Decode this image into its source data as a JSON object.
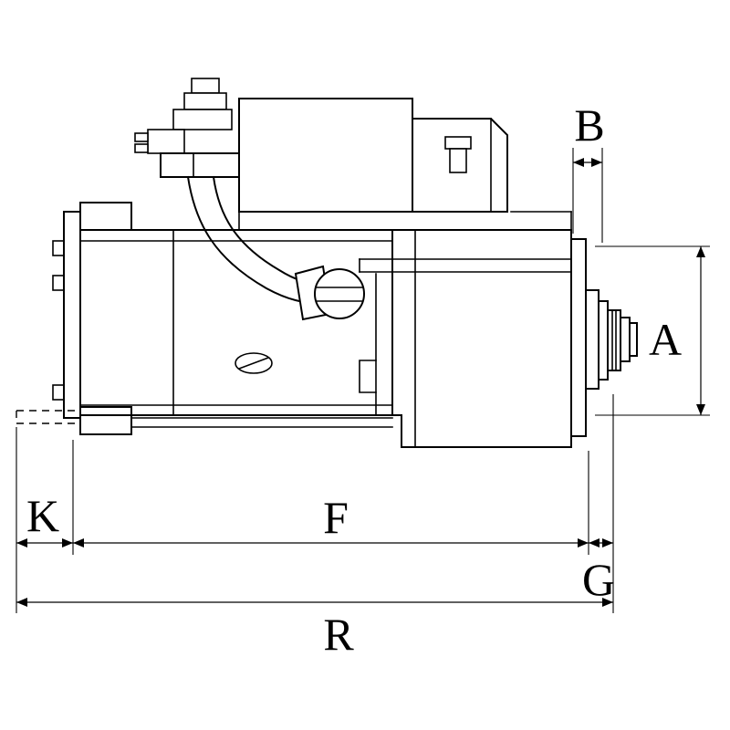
{
  "page": {
    "background_color": "#ffffff",
    "line_color": "#000000"
  },
  "diagram": {
    "kind": "technical-dimension-drawing",
    "dimensions": {
      "B": {
        "label": "B"
      },
      "A": {
        "label": "A"
      },
      "K": {
        "label": "K"
      },
      "F": {
        "label": "F"
      },
      "G": {
        "label": "G"
      },
      "R": {
        "label": "R"
      }
    }
  }
}
